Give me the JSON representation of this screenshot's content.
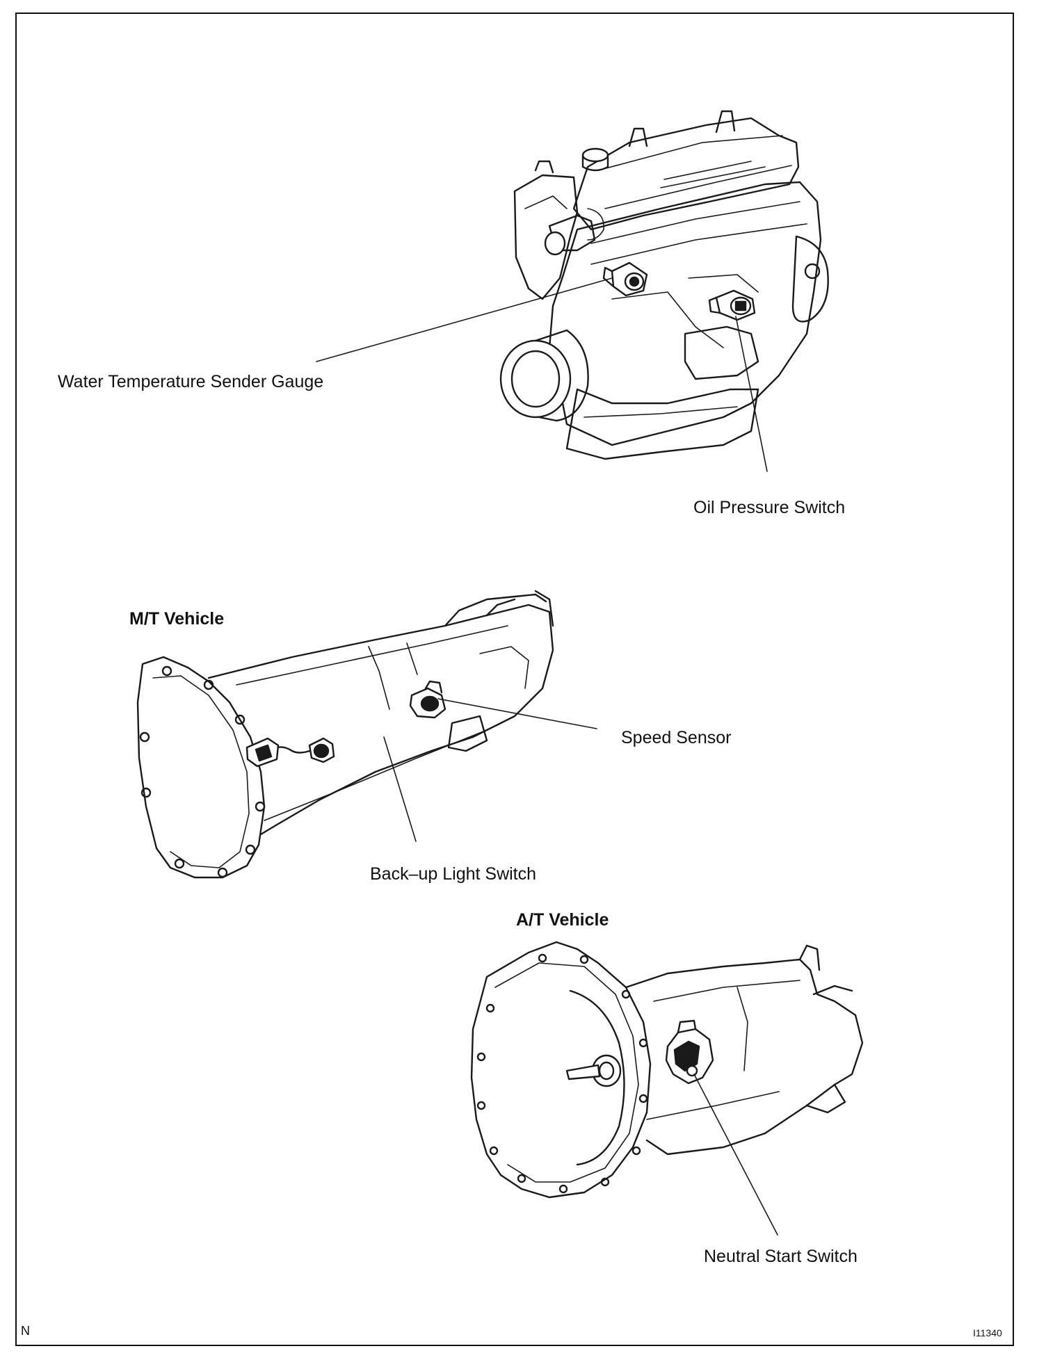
{
  "labels": {
    "water_temp": "Water Temperature Sender Gauge",
    "oil_pressure": "Oil Pressure Switch",
    "speed_sensor": "Speed Sensor",
    "backup_light": "Back–up Light Switch",
    "neutral_start": "Neutral Start Switch"
  },
  "headings": {
    "mt_vehicle": "M/T Vehicle",
    "at_vehicle": "A/T Vehicle"
  },
  "corner": {
    "letter": "N",
    "figure_code": "I11340"
  }
}
